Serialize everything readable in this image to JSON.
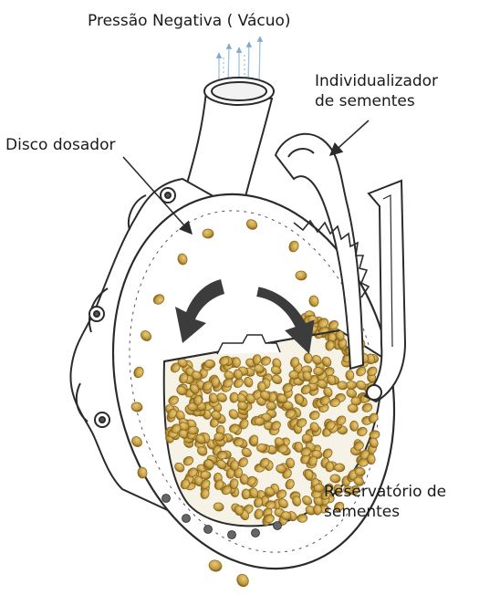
{
  "labels": {
    "vacuum": "Pressão Negativa ( Vácuo)",
    "singulator_line1": "Individualizador",
    "singulator_line2": "de sementes",
    "metering_disc": "Disco dosador",
    "reservoir_line1": "Reservatório de",
    "reservoir_line2": "sementes"
  },
  "colors": {
    "seed": "#c9a24a",
    "seed_dark": "#8a6a22",
    "arrow": "#3c3c3c",
    "airflow": "#9fc2e0",
    "line": "#2b2b2b"
  }
}
